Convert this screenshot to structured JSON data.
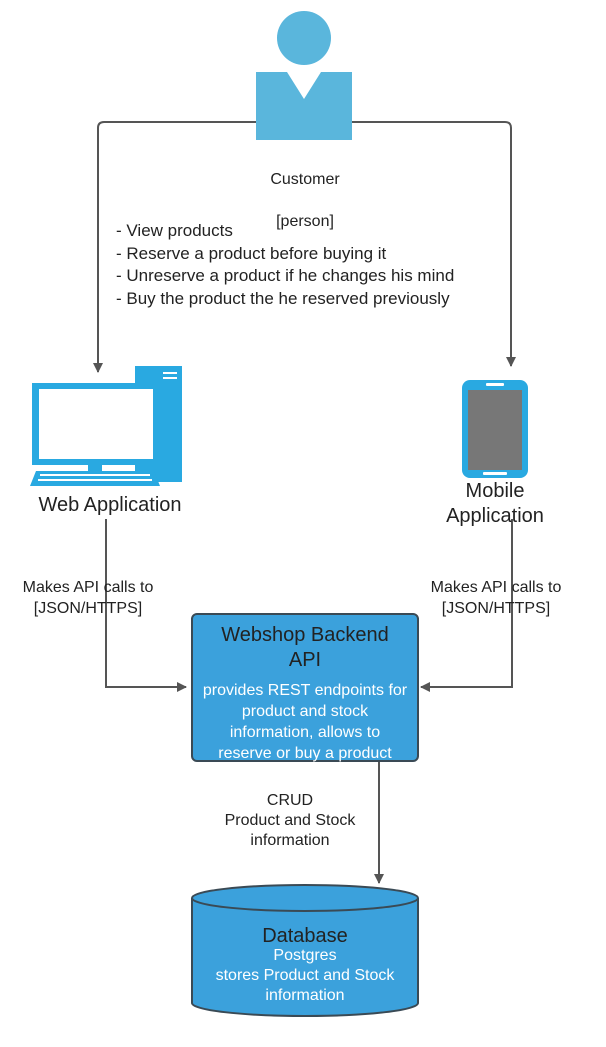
{
  "person": {
    "name": "Customer",
    "type": "[person]",
    "color": "#5ab6dc"
  },
  "actions_text": "- View products\n- Reserve a product before buying it\n- Unreserve a product if he changes his mind\n- Buy the product the he reserved previously",
  "web_app": {
    "label": "Web Application",
    "icon": "desktop-computer-icon",
    "color": "#29a9e1"
  },
  "mobile_app": {
    "label": "Mobile\nApplication",
    "icon": "mobile-phone-icon",
    "color": "#29a9e1"
  },
  "edges": {
    "web_to_backend": "Makes API calls to\n[JSON/HTTPS]",
    "mobile_to_backend": "Makes API calls to\n[JSON/HTTPS]",
    "backend_to_db": "CRUD\nProduct and Stock\ninformation"
  },
  "backend": {
    "title": "Webshop Backend\nAPI",
    "description": "provides REST endpoints for\nproduct and stock\ninformation,  allows to\nreserve or buy a product",
    "color": "#3ba1dc",
    "border": "#3a4a55"
  },
  "database": {
    "title": "Database",
    "description": "Postgres\nstores Product and Stock\ninformation",
    "color": "#3ba1dc",
    "border": "#3a4a55"
  }
}
